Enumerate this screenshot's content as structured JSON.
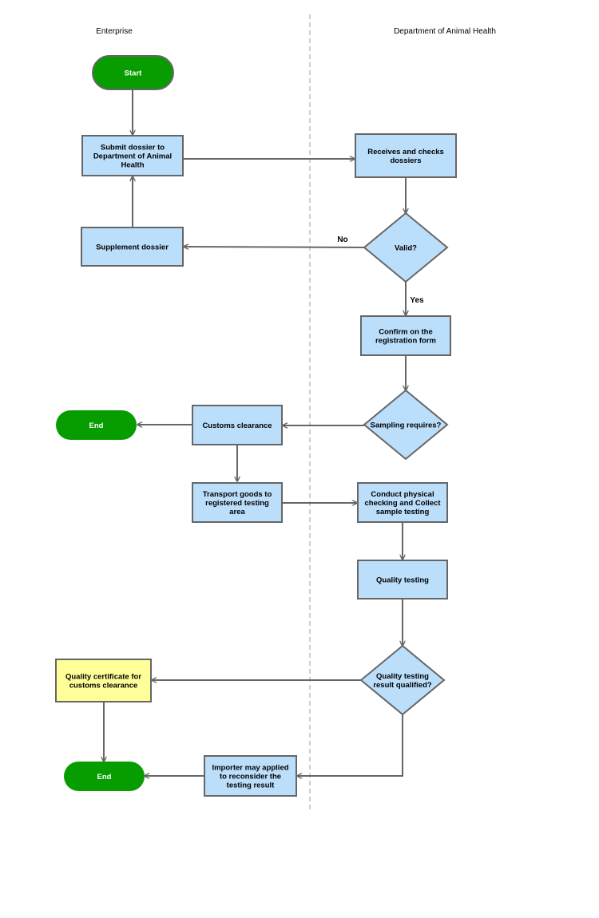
{
  "lanes": {
    "left": "Enterprise",
    "right": "Department of Animal Health"
  },
  "colors": {
    "terminal": "#079d00",
    "process": "#bbdefb",
    "certificate": "#ffff99",
    "stroke": "#666666",
    "divider": "#c0c0c0"
  },
  "nodes": {
    "start": [
      "Start"
    ],
    "submit_dossier": [
      "Submit dossier to",
      "Department of Animal",
      "Health"
    ],
    "receives_checks": [
      "Receives and checks",
      "dossiers"
    ],
    "supplement_dossier": [
      "Supplement dossier"
    ],
    "valid": [
      "Valid?"
    ],
    "confirm_registration": [
      "Confirm on the",
      "registration form"
    ],
    "sampling_requires": [
      "Sampling requires?"
    ],
    "customs_clearance": [
      "Customs clearance"
    ],
    "end_1": [
      "End"
    ],
    "transport_goods": [
      "Transport goods to",
      "registered testing",
      "area"
    ],
    "physical_checking": [
      "Conduct physical",
      "checking and Collect",
      "sample testing"
    ],
    "quality_testing": [
      "Quality testing"
    ],
    "result_qualified": [
      "Quality testing",
      "result qualified?"
    ],
    "quality_certificate": [
      "Quality certificate for",
      "customs clearance"
    ],
    "reconsider": [
      "Importer may applied",
      "to reconsider the",
      "testing result"
    ],
    "end_2": [
      "End"
    ]
  },
  "edge_labels": {
    "no": "No",
    "yes": "Yes"
  }
}
